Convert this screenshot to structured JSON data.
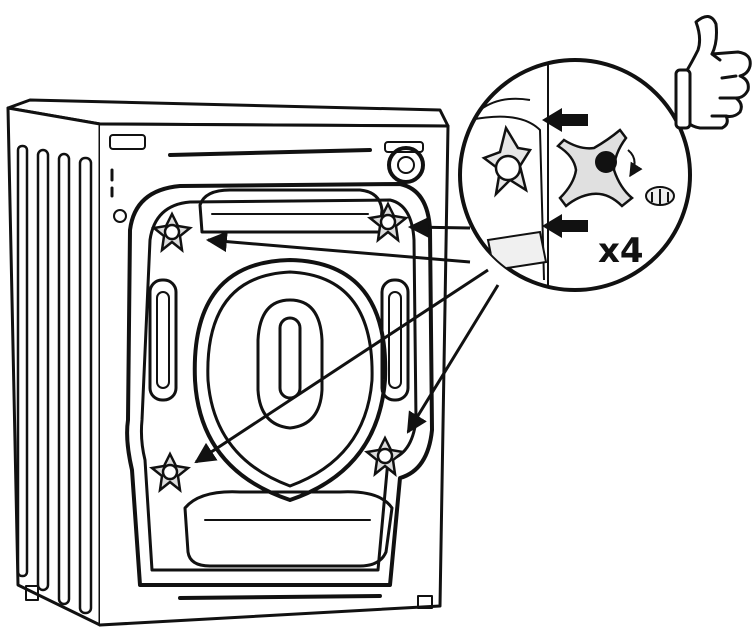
{
  "illustration": {
    "quantity_label": "x4",
    "line_color": "#111111",
    "background_color": "#ffffff",
    "detail_fill": "#d9d9d9",
    "icons": [
      "washing-machine-rear",
      "transit-bolt",
      "thumbs-up",
      "arrow"
    ]
  }
}
